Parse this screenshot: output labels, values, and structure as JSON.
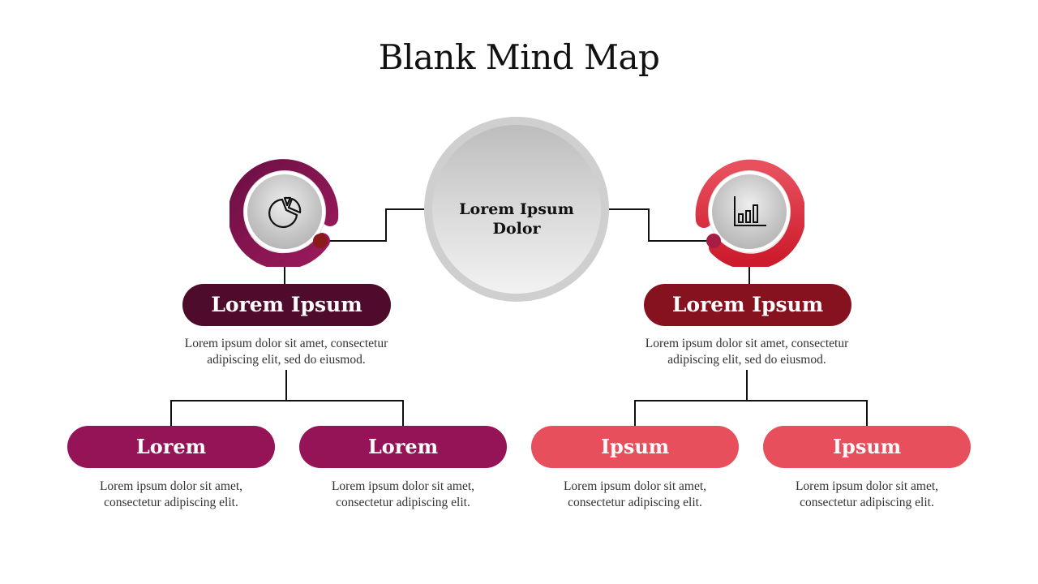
{
  "title": "Blank Mind Map",
  "center": {
    "line1": "Lorem Ipsum",
    "line2": "Dolor"
  },
  "colors": {
    "left_ring": "#8a1552",
    "left_dot": "#8b1a1a",
    "left_main_pill": "#4e0b2b",
    "left_child_pill": "#951457",
    "right_ring": "#e0404f",
    "right_dot": "#a51c44",
    "right_main_pill": "#87121f",
    "right_child_pill": "#e64f5b"
  },
  "left": {
    "icon": "pie-chart-icon",
    "label": "Lorem Ipsum",
    "desc_line1": "Lorem ipsum dolor sit amet, consectetur",
    "desc_line2": "adipiscing elit, sed do eiusmod.",
    "children": [
      {
        "label": "Lorem",
        "desc_line1": "Lorem ipsum dolor sit amet,",
        "desc_line2": "consectetur adipiscing elit."
      },
      {
        "label": "Lorem",
        "desc_line1": "Lorem ipsum dolor sit amet,",
        "desc_line2": "consectetur adipiscing elit."
      }
    ]
  },
  "right": {
    "icon": "bar-chart-icon",
    "label": "Lorem Ipsum",
    "desc_line1": "Lorem ipsum dolor sit amet, consectetur",
    "desc_line2": "adipiscing elit, sed do eiusmod.",
    "children": [
      {
        "label": "Ipsum",
        "desc_line1": "Lorem ipsum dolor sit amet,",
        "desc_line2": "consectetur adipiscing elit."
      },
      {
        "label": "Ipsum",
        "desc_line1": "Lorem ipsum dolor sit amet,",
        "desc_line2": "consectetur adipiscing elit."
      }
    ]
  }
}
